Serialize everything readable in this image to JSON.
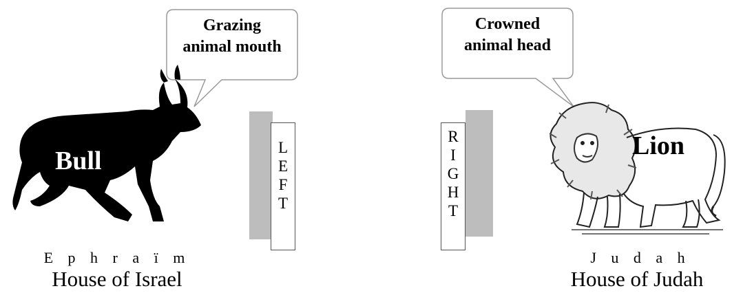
{
  "left": {
    "bubble_lines": [
      "Grazing",
      "animal mouth"
    ],
    "animal": "Bull",
    "direction": [
      "L",
      "E",
      "F",
      "T"
    ],
    "tribe": "E p h r a ï m",
    "house": "House of Israel",
    "icon": "bull-icon"
  },
  "right": {
    "bubble_lines": [
      "Crowned",
      "animal head"
    ],
    "animal": "Lion",
    "direction": [
      "R",
      "I",
      "G",
      "H",
      "T"
    ],
    "tribe": "J u d a h",
    "house": "House of Judah",
    "icon": "lion-icon"
  },
  "colors": {
    "bull": "#000000",
    "shadow_panel": "#bdbdbd",
    "bubble_border": "#9a9a9a"
  }
}
